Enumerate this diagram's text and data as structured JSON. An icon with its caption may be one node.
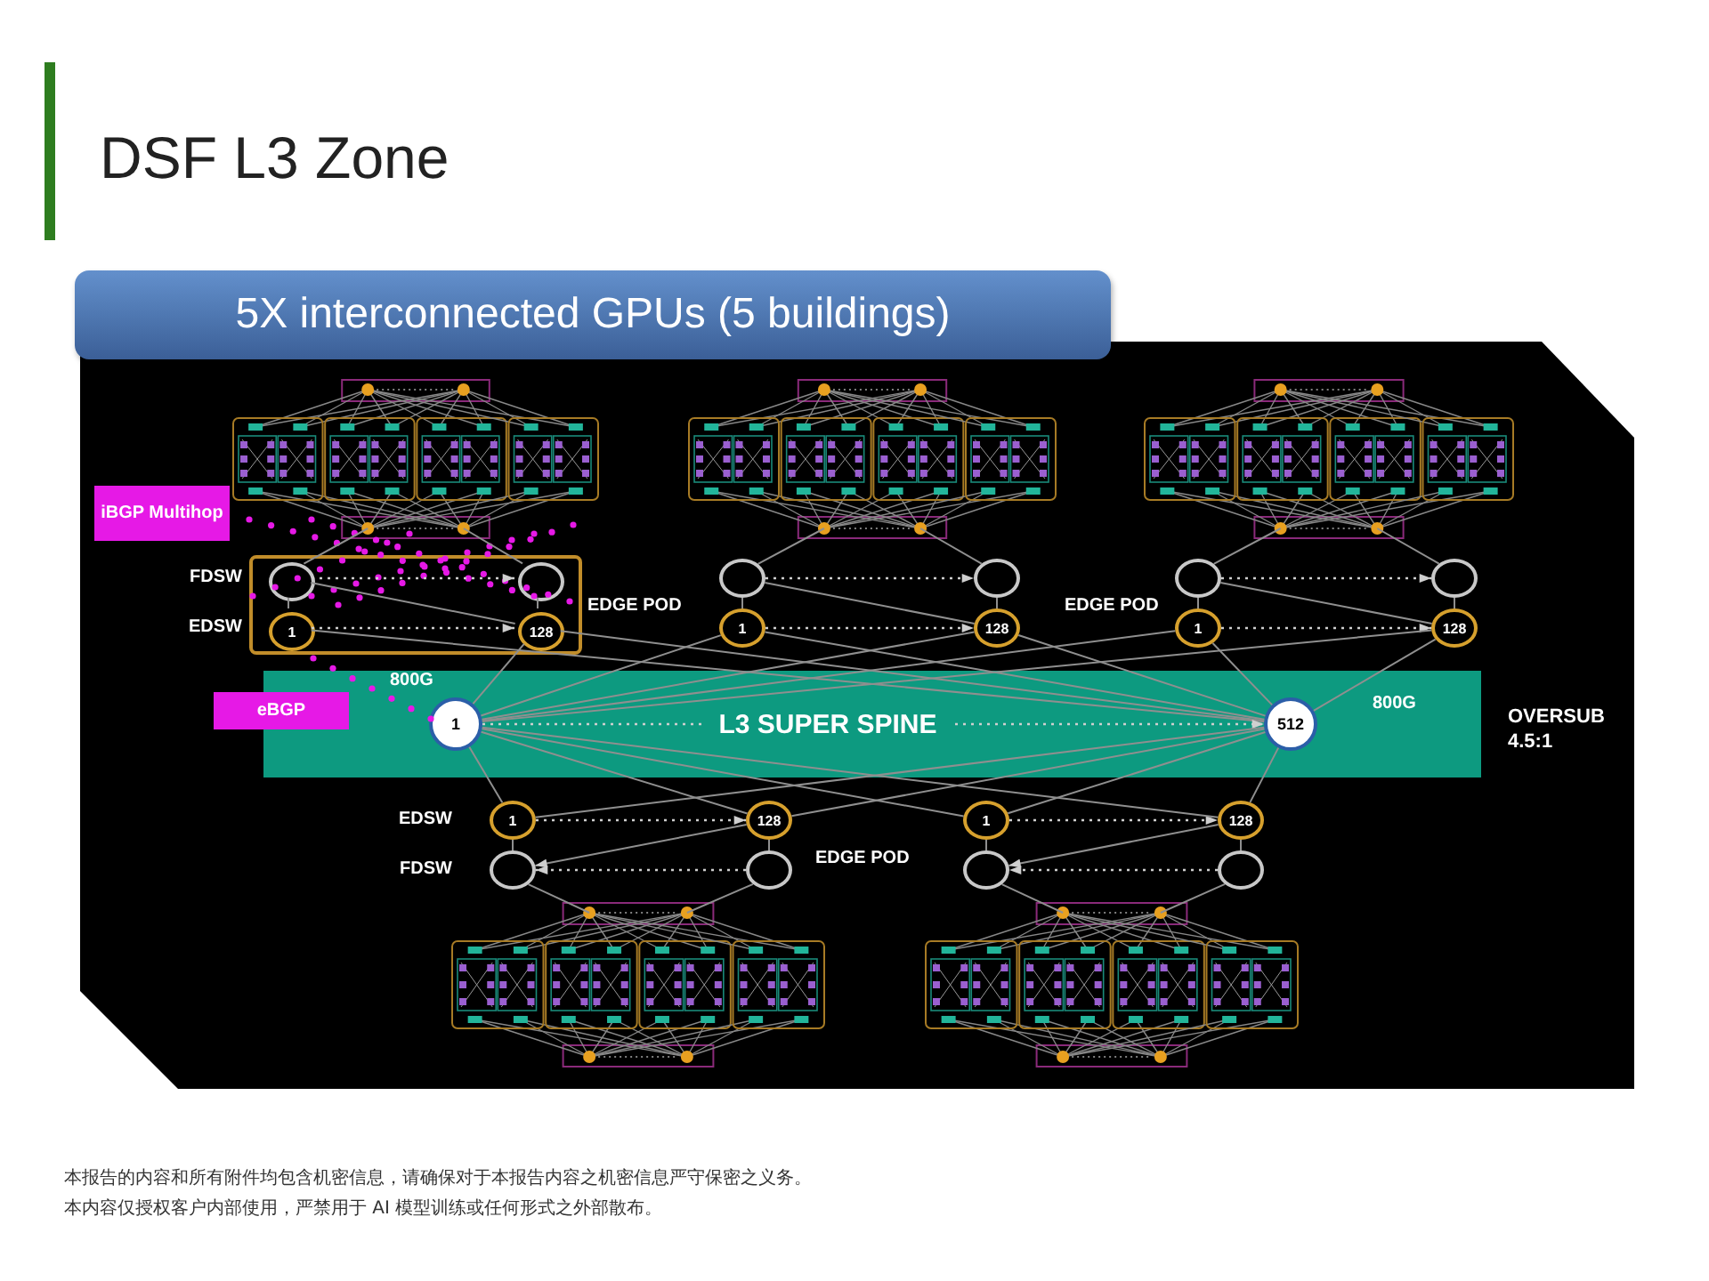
{
  "diagram": {
    "title": "DSF L3 Zone",
    "nodes": [
      {
        "text": [
          "5X interconnected GPUs (5 buildings)"
        ]
      },
      {
        "text": [
          "iBGP Multihop"
        ]
      },
      {
        "text": [
          "eBGP"
        ]
      },
      {
        "text": [],
        "shape": "picture"
      },
      {
        "text": [],
        "shape": "picture"
      },
      {
        "text": [],
        "shape": "picture"
      },
      {
        "text": [],
        "shape": "box",
        "beside": [
          "EDGE POD"
        ]
      },
      {
        "text": [],
        "shape": "circle",
        "in": 6
      },
      {
        "text": [],
        "shape": "circle",
        "in": 6
      },
      {
        "text": [
          "1"
        ],
        "in": 6
      },
      {
        "text": [
          "128"
        ],
        "in": 6
      },
      {
        "text": [],
        "shape": "circle"
      },
      {
        "text": [],
        "shape": "circle"
      },
      {
        "text": [
          "1"
        ]
      },
      {
        "text": [
          "128"
        ]
      },
      {
        "text": [],
        "shape": "circle"
      },
      {
        "text": [],
        "shape": "circle"
      },
      {
        "text": [
          "1"
        ]
      },
      {
        "text": [
          "128"
        ]
      },
      {
        "text": [
          "L3 SUPER SPINE"
        ]
      },
      {
        "text": [
          "1"
        ],
        "in": 19
      },
      {
        "text": [
          "512"
        ],
        "in": 19
      },
      {
        "text": [
          "1"
        ]
      },
      {
        "text": [
          "128"
        ]
      },
      {
        "text": [
          "1"
        ]
      },
      {
        "text": [
          "128"
        ]
      },
      {
        "text": [],
        "shape": "circle"
      },
      {
        "text": [],
        "shape": "circle"
      },
      {
        "text": [],
        "shape": "circle"
      },
      {
        "text": [],
        "shape": "circle"
      },
      {
        "text": [],
        "shape": "picture"
      },
      {
        "text": [],
        "shape": "picture"
      }
    ],
    "edges": [
      {
        "from": 3,
        "to": 7,
        "arrow": "none"
      },
      {
        "from": 3,
        "to": 8,
        "arrow": "none"
      },
      {
        "from": 7,
        "to": 8,
        "arrow": "to",
        "style": "dashed"
      },
      {
        "from": 9,
        "to": 10,
        "arrow": "to",
        "style": "dashed"
      },
      {
        "from": 7,
        "to": 9,
        "arrow": "none"
      },
      {
        "from": 8,
        "to": 10,
        "arrow": "none"
      },
      {
        "from": 7,
        "to": 10,
        "arrow": "none"
      },
      {
        "from": 9,
        "to": 21,
        "arrow": "none"
      },
      {
        "from": 10,
        "to": 20,
        "arrow": "none"
      },
      {
        "from": 10,
        "to": 21,
        "arrow": "none"
      },
      {
        "from": 4,
        "to": 11,
        "arrow": "none"
      },
      {
        "from": 4,
        "to": 12,
        "arrow": "none"
      },
      {
        "from": 11,
        "to": 12,
        "arrow": "to",
        "style": "dashed"
      },
      {
        "from": 13,
        "to": 14,
        "arrow": "to",
        "style": "dashed"
      },
      {
        "from": 11,
        "to": 13,
        "arrow": "none"
      },
      {
        "from": 12,
        "to": 14,
        "arrow": "none"
      },
      {
        "from": 11,
        "to": 14,
        "arrow": "none"
      },
      {
        "from": 13,
        "to": 20,
        "arrow": "none"
      },
      {
        "from": 13,
        "to": 21,
        "arrow": "none"
      },
      {
        "from": 14,
        "to": 20,
        "arrow": "none"
      },
      {
        "from": 14,
        "to": 21,
        "arrow": "none"
      },
      {
        "from": 5,
        "to": 15,
        "arrow": "none"
      },
      {
        "from": 5,
        "to": 16,
        "arrow": "none"
      },
      {
        "from": 15,
        "to": 16,
        "arrow": "to",
        "style": "dashed"
      },
      {
        "from": 17,
        "to": 18,
        "arrow": "to",
        "style": "dashed"
      },
      {
        "from": 15,
        "to": 17,
        "arrow": "none"
      },
      {
        "from": 16,
        "to": 18,
        "arrow": "none"
      },
      {
        "from": 15,
        "to": 18,
        "arrow": "none"
      },
      {
        "from": 17,
        "to": 20,
        "arrow": "none"
      },
      {
        "from": 17,
        "to": 21,
        "arrow": "none"
      },
      {
        "from": 18,
        "to": 20,
        "arrow": "none"
      },
      {
        "from": 18,
        "to": 21,
        "arrow": "none"
      },
      {
        "from": 20,
        "to": 21,
        "arrow": "to",
        "style": "dashed"
      },
      {
        "from": 22,
        "to": 23,
        "arrow": "to",
        "style": "dashed"
      },
      {
        "from": 27,
        "to": 26,
        "arrow": "to",
        "style": "dashed"
      },
      {
        "from": 23,
        "to": 26,
        "arrow": "to"
      },
      {
        "from": 22,
        "to": 26,
        "arrow": "none"
      },
      {
        "from": 23,
        "to": 27,
        "arrow": "none"
      },
      {
        "from": 26,
        "to": 30,
        "arrow": "none"
      },
      {
        "from": 27,
        "to": 30,
        "arrow": "none"
      },
      {
        "from": 20,
        "to": 22,
        "arrow": "none"
      },
      {
        "from": 21,
        "to": 22,
        "arrow": "none"
      },
      {
        "from": 20,
        "to": 23,
        "arrow": "none"
      },
      {
        "from": 21,
        "to": 23,
        "arrow": "none"
      },
      {
        "from": 24,
        "to": 25,
        "arrow": "to",
        "style": "dashed"
      },
      {
        "from": 29,
        "to": 28,
        "arrow": "to",
        "style": "dashed"
      },
      {
        "from": 25,
        "to": 28,
        "arrow": "to"
      },
      {
        "from": 24,
        "to": 28,
        "arrow": "none"
      },
      {
        "from": 25,
        "to": 29,
        "arrow": "none"
      },
      {
        "from": 28,
        "to": 31,
        "arrow": "none"
      },
      {
        "from": 29,
        "to": 31,
        "arrow": "none"
      },
      {
        "from": 20,
        "to": 24,
        "arrow": "none"
      },
      {
        "from": 21,
        "to": 24,
        "arrow": "none"
      },
      {
        "from": 20,
        "to": 25,
        "arrow": "none"
      },
      {
        "from": 21,
        "to": 25,
        "arrow": "none"
      }
    ],
    "labels": [
      "FDSW",
      "EDSW",
      "EDGE POD",
      "800G",
      "800G",
      "OVERSUB 4.5:1",
      "EDSW",
      "FDSW",
      "EDGE POD",
      "本报告的内容和所有附件均包含机密信息，请确保对于本报告内容之机密信息严守保密之义务。",
      "本内容仅授权客户内部使用，严禁用于 AI 模型训练或任何形式之外部散布。"
    ]
  }
}
